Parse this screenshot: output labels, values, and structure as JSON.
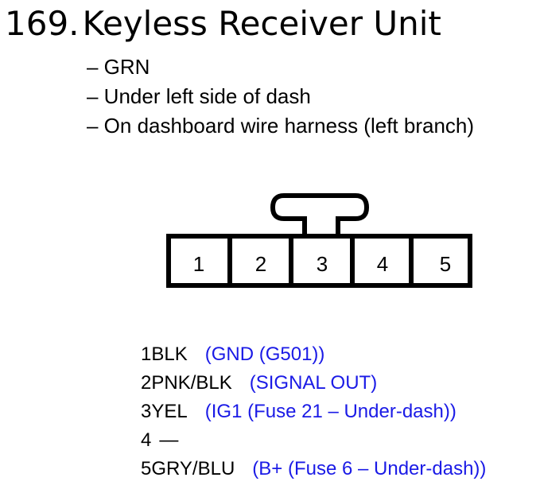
{
  "title": {
    "number": "169.",
    "text": "Keyless Receiver Unit"
  },
  "info": [
    "– GRN",
    "– Under left side of dash",
    "– On dashboard wire harness (left branch)"
  ],
  "connector": {
    "pins": [
      "1",
      "2",
      "3",
      "4",
      "5"
    ]
  },
  "pinout": [
    {
      "pin": "1",
      "wire": "BLK",
      "desc": "(GND (G501))"
    },
    {
      "pin": "2",
      "wire": "PNK/BLK",
      "desc": "(SIGNAL OUT)"
    },
    {
      "pin": "3",
      "wire": "YEL",
      "desc": "(IG1 (Fuse 21 – Under-dash))"
    },
    {
      "pin": "4",
      "wire": "—",
      "desc": ""
    },
    {
      "pin": "5",
      "wire": "GRY/BLU",
      "desc": "(B+ (Fuse 6 – Under-dash))"
    }
  ],
  "colors": {
    "text": "#000000",
    "description": "#1a1ae6",
    "outline": "#000000"
  }
}
